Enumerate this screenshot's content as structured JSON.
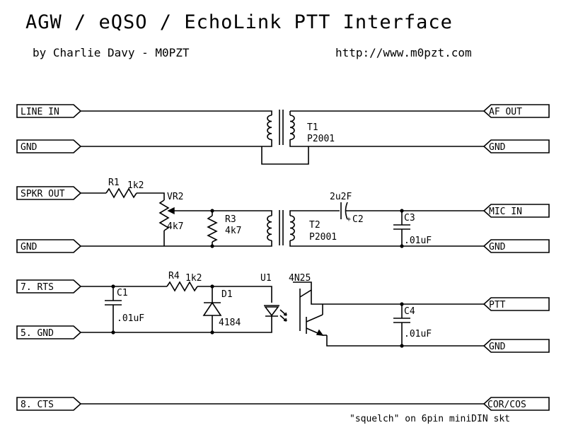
{
  "header": {
    "title": "AGW / eQSO / EchoLink PTT Interface",
    "author": "by Charlie Davy - M0PZT",
    "url": "http://www.m0pzt.com"
  },
  "connectors": {
    "left": [
      "LINE IN",
      "GND",
      "SPKR OUT",
      "GND",
      "7. RTS",
      "5. GND",
      "8. CTS"
    ],
    "right": [
      "AF OUT",
      "GND",
      "MIC IN",
      "GND",
      "PTT",
      "GND",
      "COR/COS"
    ]
  },
  "components": {
    "t1": {
      "ref": "T1",
      "value": "P2001"
    },
    "t2": {
      "ref": "T2",
      "value": "P2001"
    },
    "r1": {
      "ref": "R1",
      "value": "1k2"
    },
    "vr2": {
      "ref": "VR2",
      "value": "4k7"
    },
    "r3": {
      "ref": "R3",
      "value": "4k7"
    },
    "c2": {
      "ref": "C2",
      "value": "2u2F",
      "polarity": "+"
    },
    "c3": {
      "ref": "C3",
      "value": ".01uF"
    },
    "r4": {
      "ref": "R4",
      "value": "1k2"
    },
    "c1": {
      "ref": "C1",
      "value": ".01uF"
    },
    "d1": {
      "ref": "D1",
      "value": "4184"
    },
    "u1": {
      "ref": "U1",
      "value": "4N25"
    },
    "c4": {
      "ref": "C4",
      "value": ".01uF"
    }
  },
  "note": "\"squelch\" on 6pin miniDIN skt"
}
